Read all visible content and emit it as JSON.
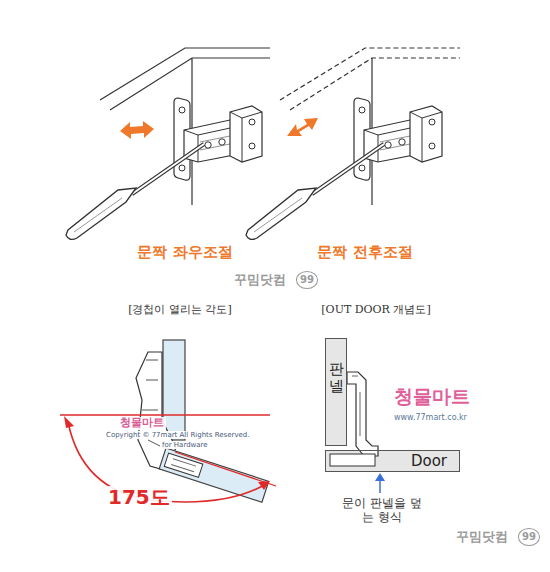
{
  "diagram": {
    "nodes": [
      {
        "text": [
          "판넬"
        ]
      },
      {
        "text": [
          "Door"
        ]
      }
    ],
    "labels": [
      "문짝 좌우조절",
      "문짝 전후조절",
      "꾸밈닷컴",
      "99",
      "[경첩이 열리는 각도]",
      "[OUT DOOR 개념도]",
      "청물마트",
      "Copyright © 77mart All Rights Reserved.",
      "for Hardware",
      "175도",
      "청물마트",
      "www.77mart.co.kr",
      "문이 판넬을 덮는 형식",
      "꾸밈닷컴",
      "99"
    ]
  }
}
